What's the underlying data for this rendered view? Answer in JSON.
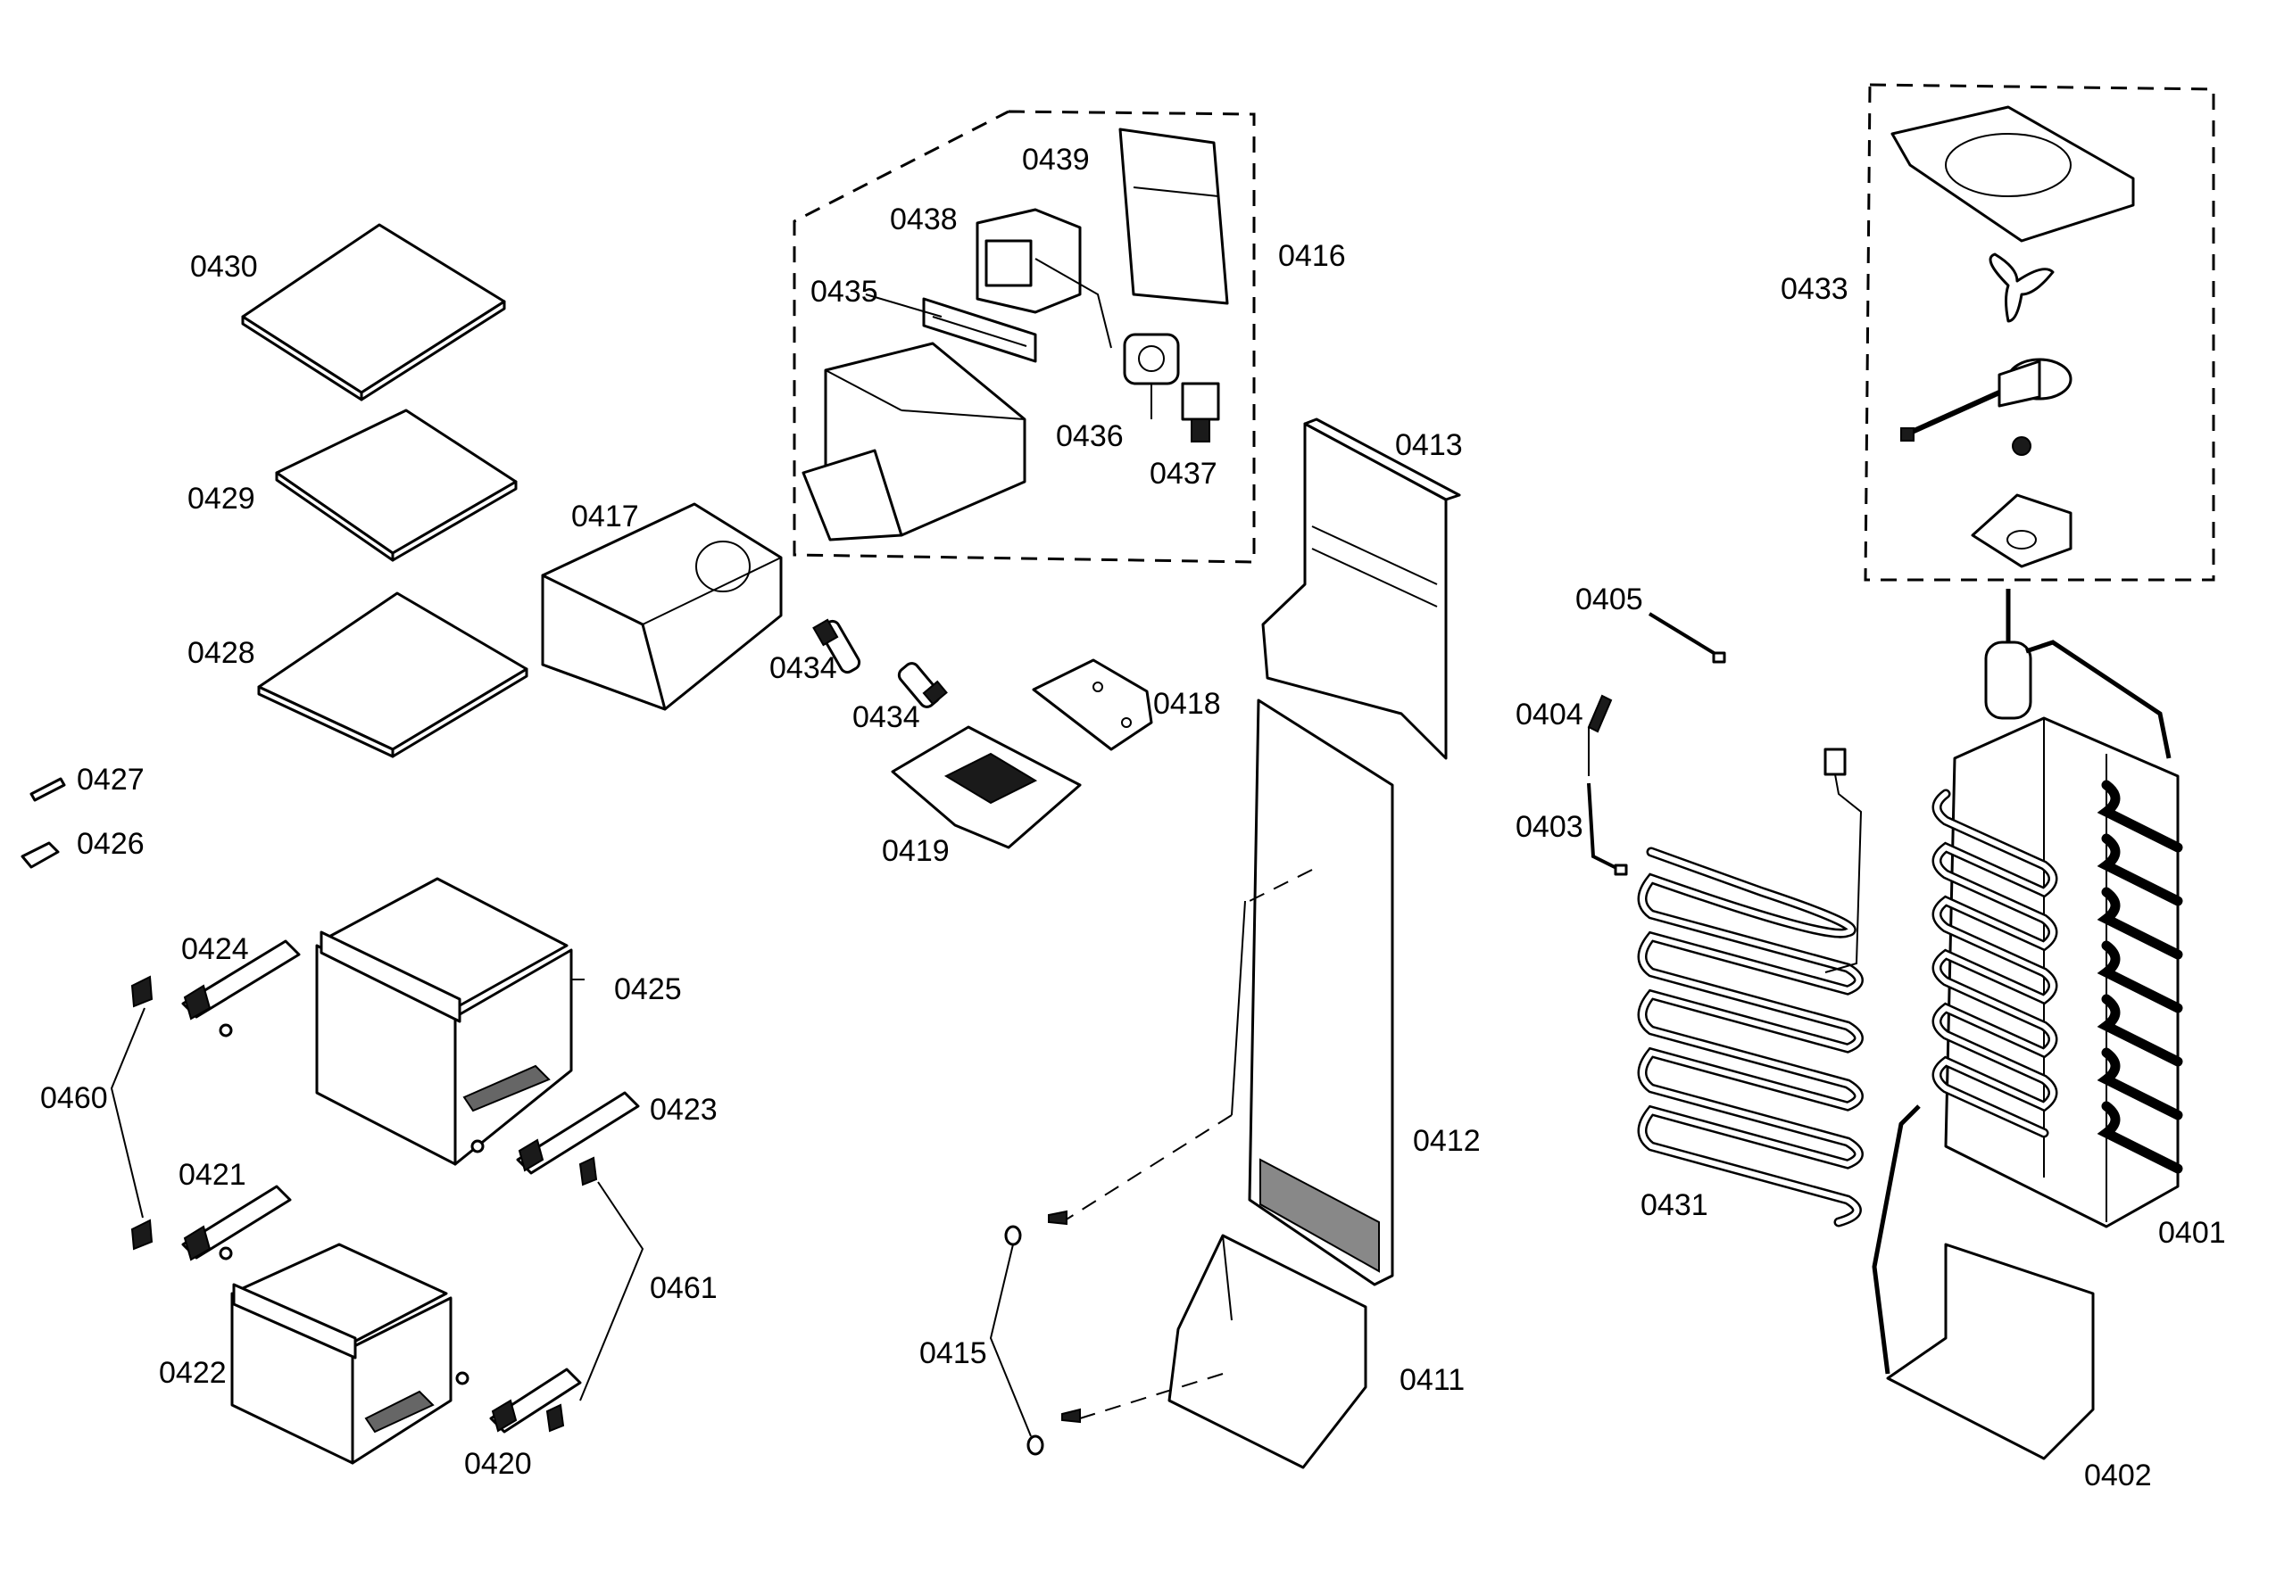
{
  "labels": {
    "p0401": "0401",
    "p0402": "0402",
    "p0403": "0403",
    "p0404": "0404",
    "p0405": "0405",
    "p0411": "0411",
    "p0412": "0412",
    "p0413": "0413",
    "p0415": "0415",
    "p0416": "0416",
    "p0417": "0417",
    "p0418": "0418",
    "p0419": "0419",
    "p0420": "0420",
    "p0421": "0421",
    "p0422": "0422",
    "p0423": "0423",
    "p0424": "0424",
    "p0425": "0425",
    "p0426": "0426",
    "p0427": "0427",
    "p0428": "0428",
    "p0429": "0429",
    "p0430": "0430",
    "p0431": "0431",
    "p0433": "0433",
    "p0434a": "0434",
    "p0434b": "0434",
    "p0435": "0435",
    "p0436": "0436",
    "p0437": "0437",
    "p0438": "0438",
    "p0439": "0439",
    "p0460": "0460",
    "p0461": "0461"
  }
}
